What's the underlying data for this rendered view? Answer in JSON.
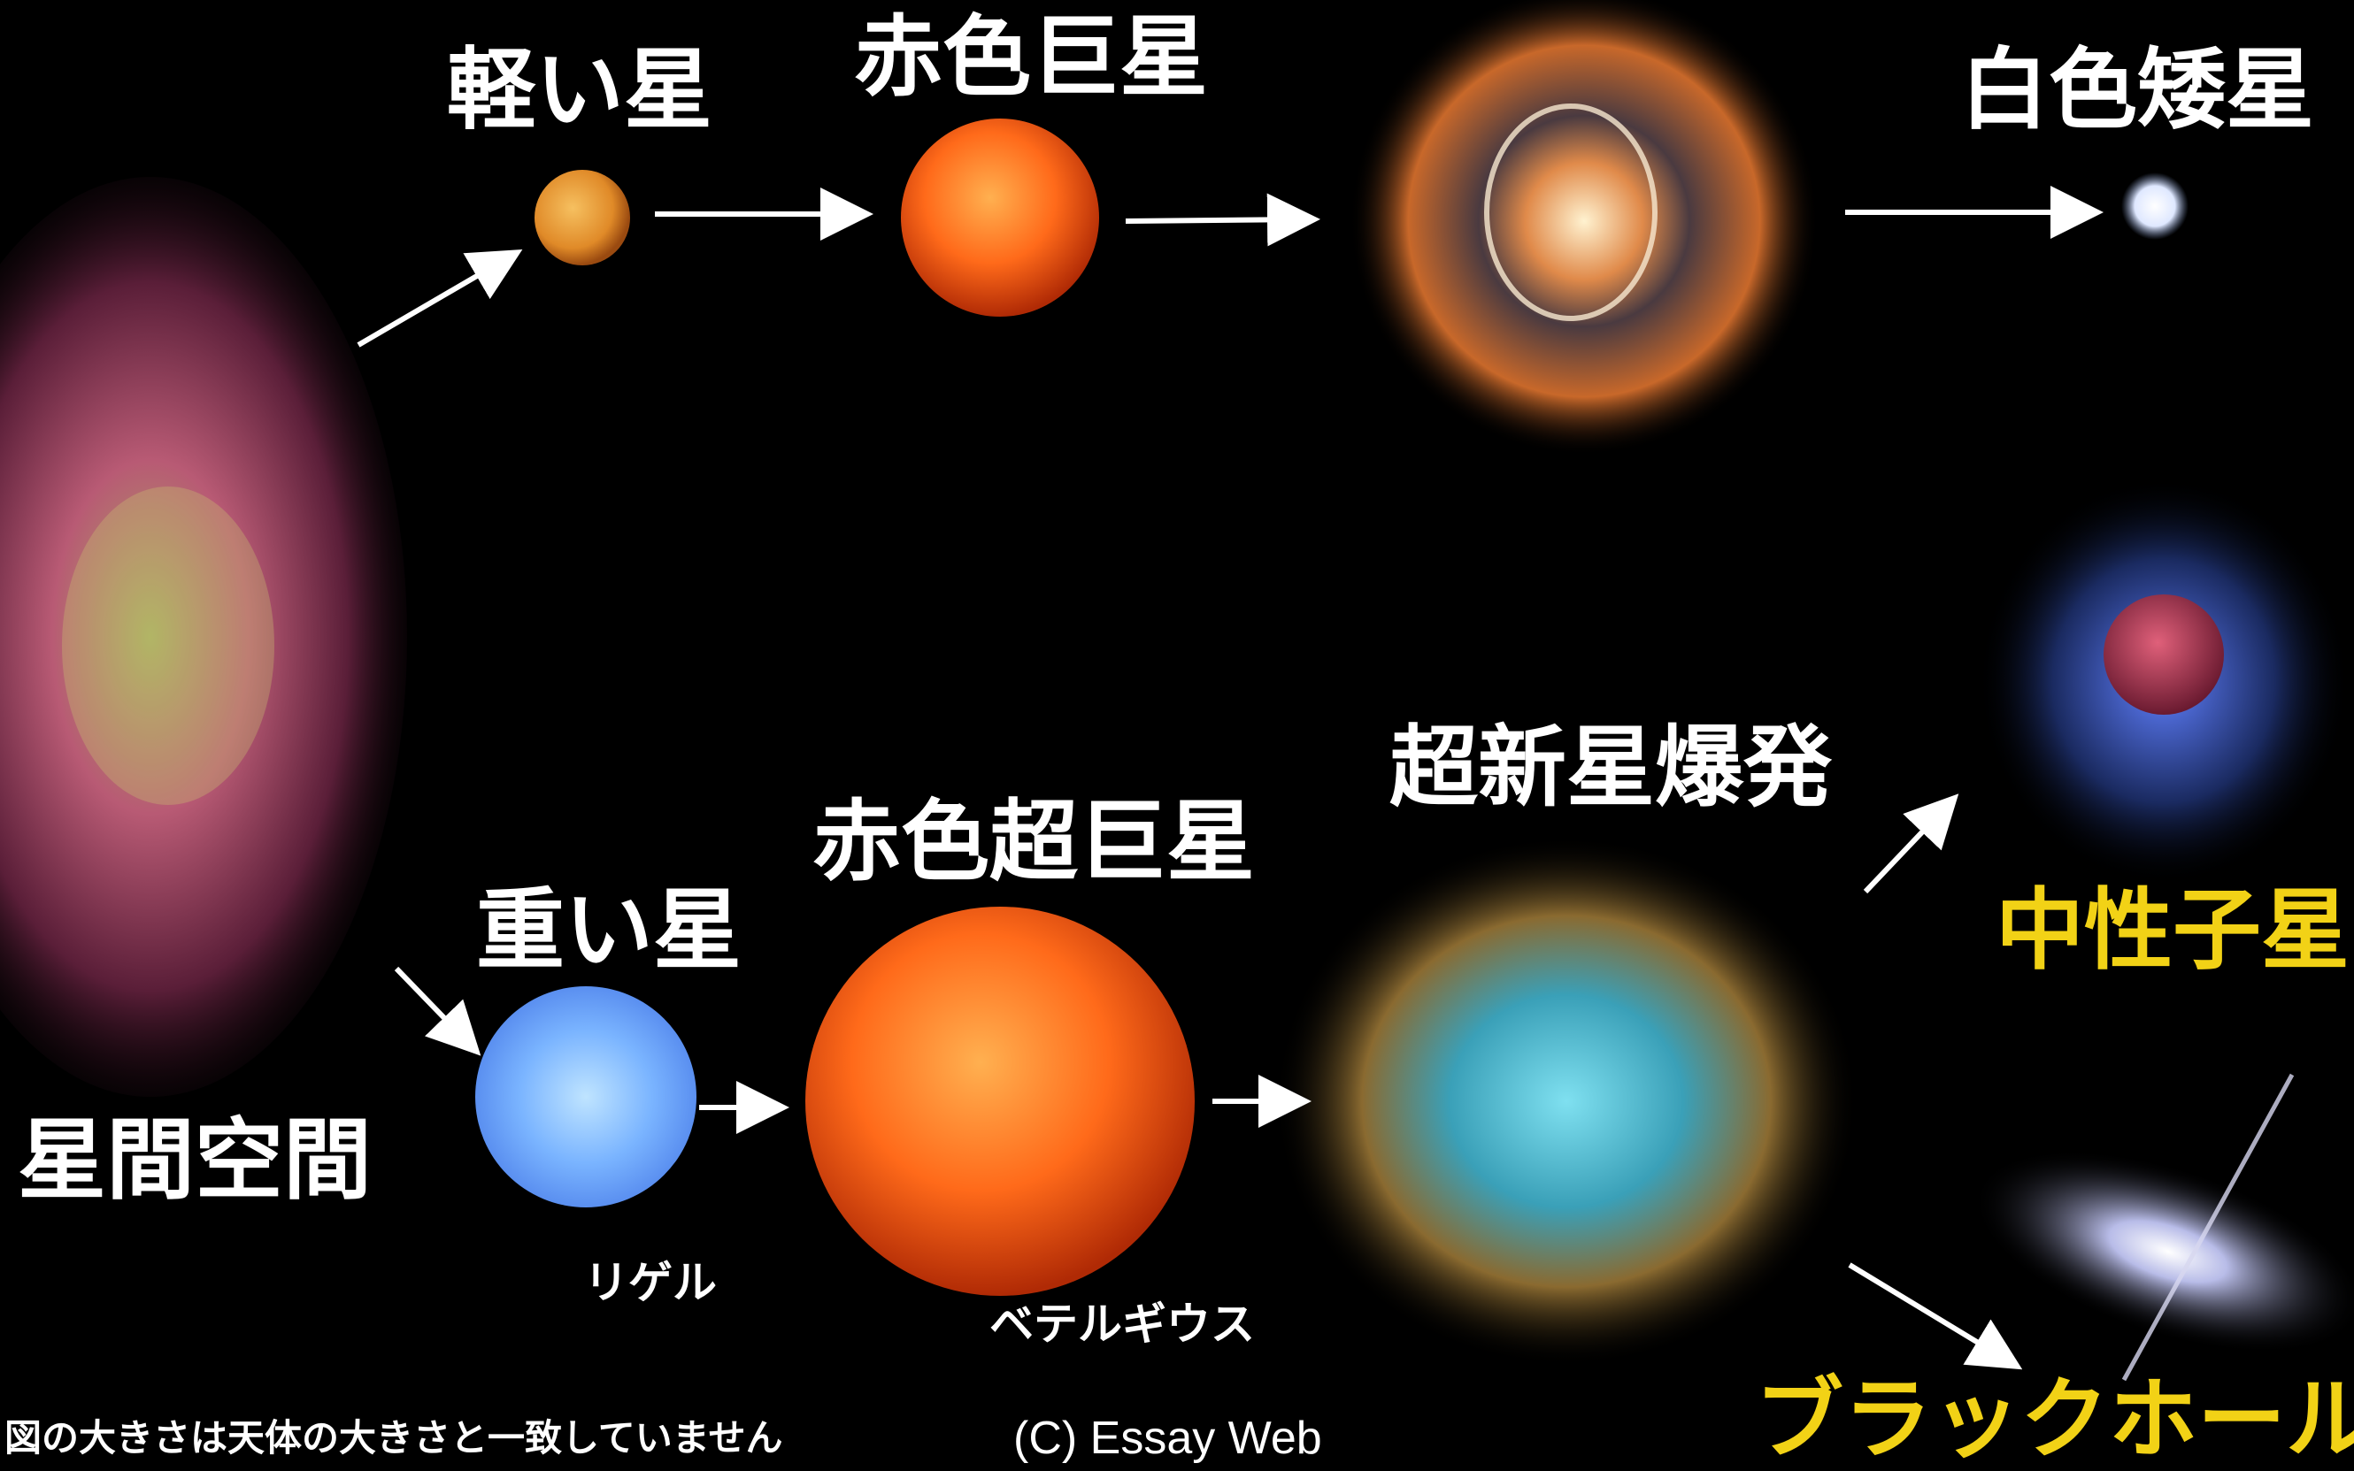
{
  "stages": {
    "interstellar": {
      "label": "星間空間"
    },
    "light_star": {
      "label": "軽い星"
    },
    "red_giant": {
      "label": "赤色巨星"
    },
    "white_dwarf": {
      "label": "白色矮星"
    },
    "heavy_star": {
      "label": "重い星",
      "example": "リゲル"
    },
    "red_supergiant": {
      "label": "赤色超巨星",
      "example": "ベテルギウス"
    },
    "supernova": {
      "label": "超新星爆発"
    },
    "neutron_star": {
      "label": "中性子星"
    },
    "black_hole": {
      "label": "ブラックホール"
    }
  },
  "footer": {
    "note": "図の大きさは天体の大きさと一致していません",
    "credit": "(C) Essay Web"
  },
  "colors": {
    "background": "#000000",
    "label_text": "#ffffff",
    "highlight_text": "#f2d216",
    "arrow": "#ffffff",
    "heavy_star": "#6aa7ff",
    "red_star": "#ff6a1a",
    "light_star": "#f2a040"
  }
}
